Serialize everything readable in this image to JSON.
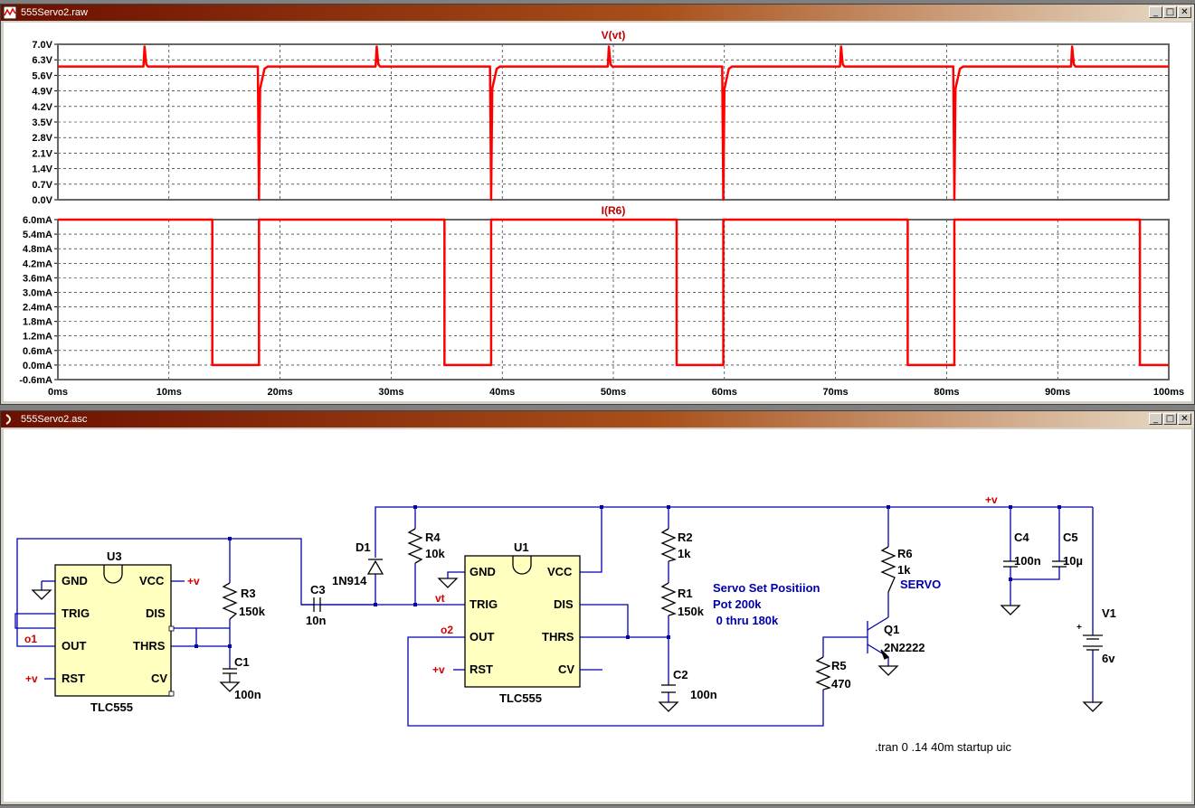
{
  "waveform_window": {
    "title": "555Servo2.raw",
    "buttons": [
      "_",
      "□",
      "✕"
    ]
  },
  "schematic_window": {
    "title": "555Servo2.asc",
    "buttons": [
      "_",
      "□",
      "✕"
    ]
  },
  "chart_data": [
    {
      "type": "line",
      "title": "V(vt)",
      "xlabel": "",
      "ylabel": "",
      "x_ticks": [
        "0ms",
        "10ms",
        "20ms",
        "30ms",
        "40ms",
        "50ms",
        "60ms",
        "70ms",
        "80ms",
        "90ms",
        "100ms"
      ],
      "xlim": [
        0,
        100
      ],
      "y_ticks": [
        "7.0V",
        "6.3V",
        "5.6V",
        "4.9V",
        "4.2V",
        "3.5V",
        "2.8V",
        "2.1V",
        "1.4V",
        "0.7V",
        "0.0V"
      ],
      "ylim": [
        0,
        7.0
      ],
      "grid": true,
      "series": [
        {
          "name": "V(vt)",
          "color": "#ff0000",
          "x": [
            0,
            7.7,
            7.8,
            7.95,
            8.1,
            18.0,
            18.1,
            18.2,
            18.6,
            18.9,
            28.6,
            28.7,
            28.85,
            29.0,
            38.9,
            39.0,
            39.1,
            39.5,
            39.8,
            49.5,
            49.6,
            49.75,
            49.9,
            59.8,
            59.9,
            60.0,
            60.4,
            60.7,
            70.4,
            70.5,
            70.65,
            70.8,
            80.6,
            80.7,
            80.8,
            81.2,
            81.5,
            91.2,
            91.3,
            91.45,
            91.6,
            100
          ],
          "y": [
            6.0,
            6.0,
            6.9,
            6.1,
            6.0,
            6.0,
            0.0,
            5.0,
            5.9,
            6.0,
            6.0,
            6.9,
            6.1,
            6.0,
            6.0,
            0.0,
            5.0,
            5.9,
            6.0,
            6.0,
            6.9,
            6.1,
            6.0,
            6.0,
            0.0,
            5.0,
            5.9,
            6.0,
            6.0,
            6.9,
            6.1,
            6.0,
            6.0,
            0.0,
            5.0,
            5.9,
            6.0,
            6.0,
            6.9,
            6.1,
            6.0,
            6.0
          ]
        }
      ]
    },
    {
      "type": "line",
      "title": "I(R6)",
      "xlabel": "",
      "ylabel": "",
      "x_ticks": [
        "0ms",
        "10ms",
        "20ms",
        "30ms",
        "40ms",
        "50ms",
        "60ms",
        "70ms",
        "80ms",
        "90ms",
        "100ms"
      ],
      "xlim": [
        0,
        100
      ],
      "y_ticks": [
        "6.0mA",
        "5.4mA",
        "4.8mA",
        "4.2mA",
        "3.6mA",
        "3.0mA",
        "2.4mA",
        "1.8mA",
        "1.2mA",
        "0.6mA",
        "0.0mA",
        "-0.6mA"
      ],
      "ylim": [
        -0.6,
        6.0
      ],
      "grid": true,
      "series": [
        {
          "name": "I(R6)",
          "color": "#ff0000",
          "x": [
            0,
            13.9,
            13.9,
            18.1,
            18.1,
            34.8,
            34.8,
            39.0,
            39.0,
            55.7,
            55.7,
            59.9,
            59.9,
            76.5,
            76.5,
            80.7,
            80.7,
            97.4,
            97.4,
            100
          ],
          "y": [
            6.0,
            6.0,
            0.0,
            0.0,
            6.0,
            6.0,
            0.0,
            0.0,
            6.0,
            6.0,
            0.0,
            0.0,
            6.0,
            6.0,
            0.0,
            0.0,
            6.0,
            6.0,
            0.0,
            0.0
          ]
        }
      ]
    }
  ],
  "schematic": {
    "u3": {
      "ref": "U3",
      "part": "TLC555",
      "pins": {
        "gnd": "GND",
        "vcc": "VCC",
        "trig": "TRIG",
        "dis": "DIS",
        "out": "OUT",
        "thrs": "THRS",
        "rst": "RST",
        "cv": "CV"
      }
    },
    "u1": {
      "ref": "U1",
      "part": "TLC555",
      "pins": {
        "gnd": "GND",
        "vcc": "VCC",
        "trig": "TRIG",
        "dis": "DIS",
        "out": "OUT",
        "thrs": "THRS",
        "rst": "RST",
        "cv": "CV"
      }
    },
    "r3": {
      "ref": "R3",
      "value": "150k"
    },
    "c1": {
      "ref": "C1",
      "value": "100n"
    },
    "c3": {
      "ref": "C3",
      "value": "10n"
    },
    "d1": {
      "ref": "D1",
      "value": "1N914"
    },
    "r4": {
      "ref": "R4",
      "value": "10k"
    },
    "r2": {
      "ref": "R2",
      "value": "1k"
    },
    "r1": {
      "ref": "R1",
      "value": "150k"
    },
    "c2": {
      "ref": "C2",
      "value": "100n"
    },
    "r6": {
      "ref": "R6",
      "value": "1k"
    },
    "r5": {
      "ref": "R5",
      "value": "470"
    },
    "q1": {
      "ref": "Q1",
      "value": "2N2222"
    },
    "c4": {
      "ref": "C4",
      "value": "100n"
    },
    "c5": {
      "ref": "C5",
      "value": "10µ"
    },
    "v1": {
      "ref": "V1",
      "value": "6v",
      "plus": "+"
    },
    "labels": {
      "plus_v": "+v",
      "o1": "o1",
      "o2": "o2",
      "vt": "vt",
      "servo": "SERVO"
    },
    "comment_lines": [
      "Servo Set Positiion",
      "Pot 200k",
      " 0 thru 180k"
    ],
    "directive": ".tran 0 .14 40m startup uic"
  },
  "colors": {
    "trace": "#ff0000",
    "wire": "#0000aa",
    "component_fill": "#ffffc0",
    "grid": "#000000",
    "label_red": "#d00000",
    "comment_blue": "#0000aa"
  }
}
